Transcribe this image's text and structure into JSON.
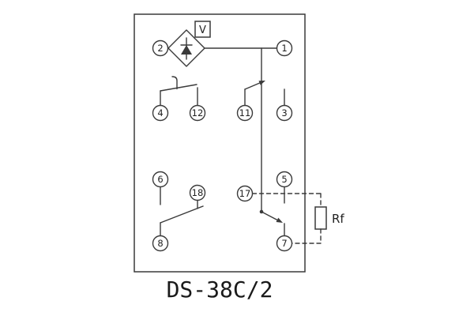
{
  "diagram": {
    "caption": "DS-38C/2",
    "voltage_element_label": "V",
    "resistor_label": "Rf",
    "terminals": {
      "t1": "1",
      "t2": "2",
      "t3": "3",
      "t4": "4",
      "t5": "5",
      "t6": "6",
      "t7": "7",
      "t8": "8",
      "t11": "11",
      "t12": "12",
      "t17": "17",
      "t18": "18"
    },
    "colors": {
      "line": "#3a3a3a",
      "background": "#ffffff",
      "text": "#222222"
    }
  }
}
